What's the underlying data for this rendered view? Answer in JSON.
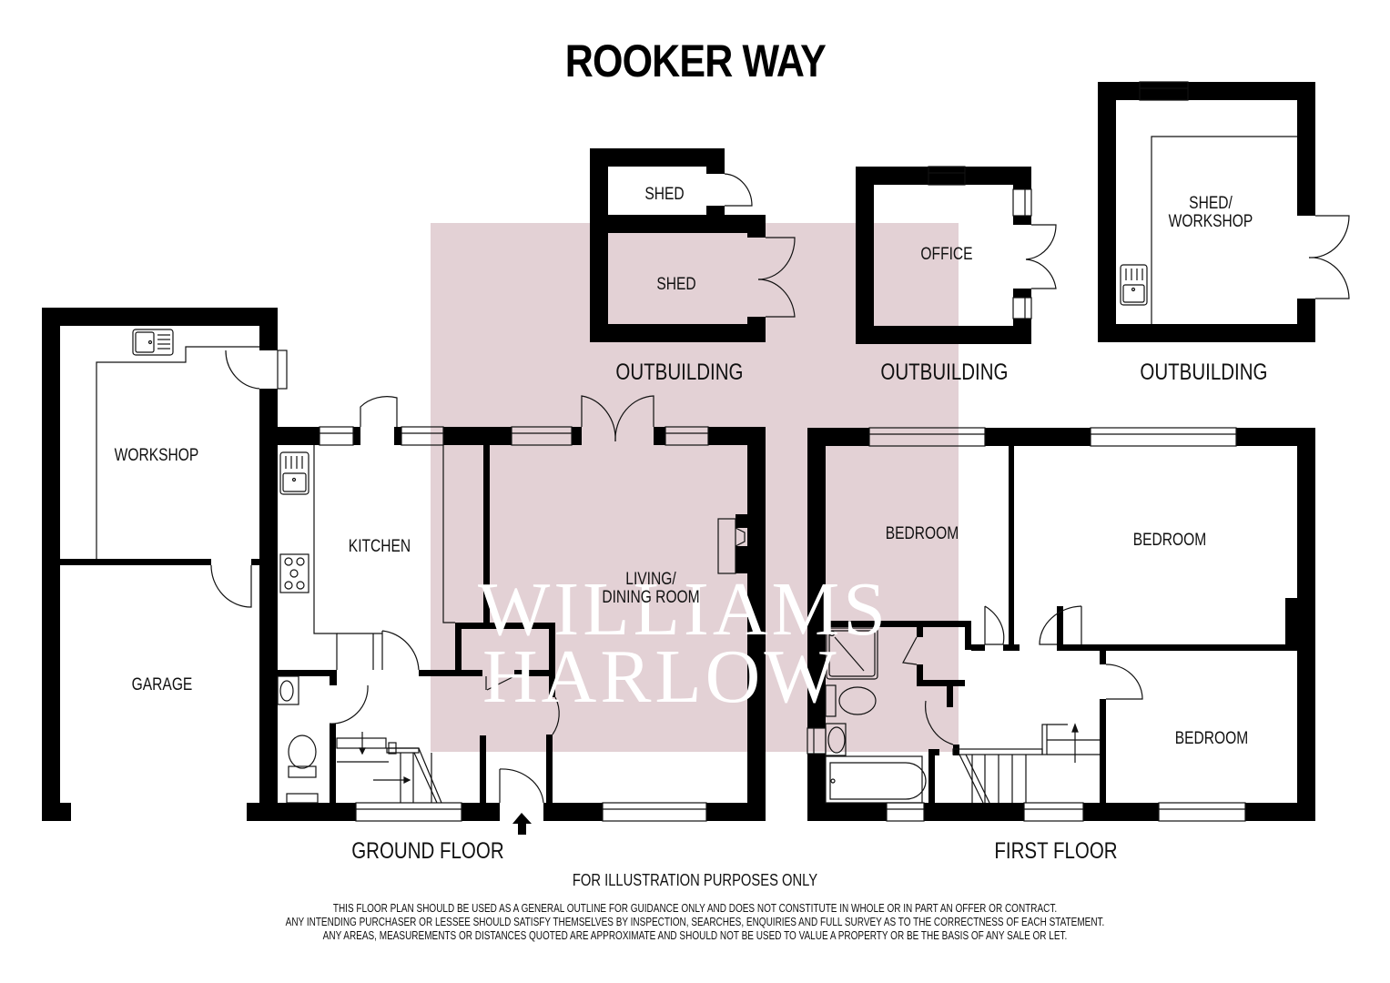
{
  "title": "ROOKER WAY",
  "watermark": {
    "line1": "WILLIAMS",
    "line2": "HARLOW",
    "background_color": "#e3d1d5",
    "text_color": "#ffffff"
  },
  "colors": {
    "wall": "#000000",
    "fixture_line": "#111111",
    "background": "#ffffff"
  },
  "outbuildings": [
    {
      "section_label": "OUTBUILDING",
      "rooms": [
        "SHED",
        "SHED"
      ]
    },
    {
      "section_label": "OUTBUILDING",
      "rooms": [
        "OFFICE"
      ]
    },
    {
      "section_label": "OUTBUILDING",
      "rooms": [
        "SHED/\nWORKSHOP"
      ]
    }
  ],
  "ground_floor": {
    "label": "GROUND FLOOR",
    "rooms": {
      "workshop": "WORKSHOP",
      "garage": "GARAGE",
      "kitchen": "KITCHEN",
      "living_dining_line1": "LIVING/",
      "living_dining_line2": "DINING ROOM"
    }
  },
  "first_floor": {
    "label": "FIRST FLOOR",
    "rooms": {
      "bedroom_1": "BEDROOM",
      "bedroom_2": "BEDROOM",
      "bedroom_3": "BEDROOM"
    }
  },
  "footer": {
    "illustration_note": "FOR ILLUSTRATION PURPOSES ONLY",
    "disclaimer": [
      "THIS FLOOR PLAN SHOULD BE USED AS A GENERAL OUTLINE FOR GUIDANCE ONLY AND DOES NOT CONSTITUTE IN WHOLE OR IN PART AN OFFER OR CONTRACT.",
      "ANY INTENDING PURCHASER OR LESSEE SHOULD SATISFY THEMSELVES BY INSPECTION, SEARCHES, ENQUIRIES AND FULL SURVEY AS TO THE CORRECTNESS OF EACH STATEMENT.",
      "ANY AREAS, MEASUREMENTS OR DISTANCES QUOTED ARE APPROXIMATE AND SHOULD NOT BE USED TO VALUE A PROPERTY OR BE THE BASIS OF ANY SALE OR LET."
    ]
  },
  "icons": {
    "entrance": "entrance-arrow-icon",
    "sink": "sink-icon",
    "hob": "hob-icon",
    "toilet": "toilet-icon",
    "basin": "basin-icon",
    "shower": "shower-tray-icon",
    "bath": "bath-icon",
    "fireplace": "fireplace-icon",
    "stairs": "stairs-icon",
    "door": "door-swing-icon",
    "window": "window-icon"
  }
}
